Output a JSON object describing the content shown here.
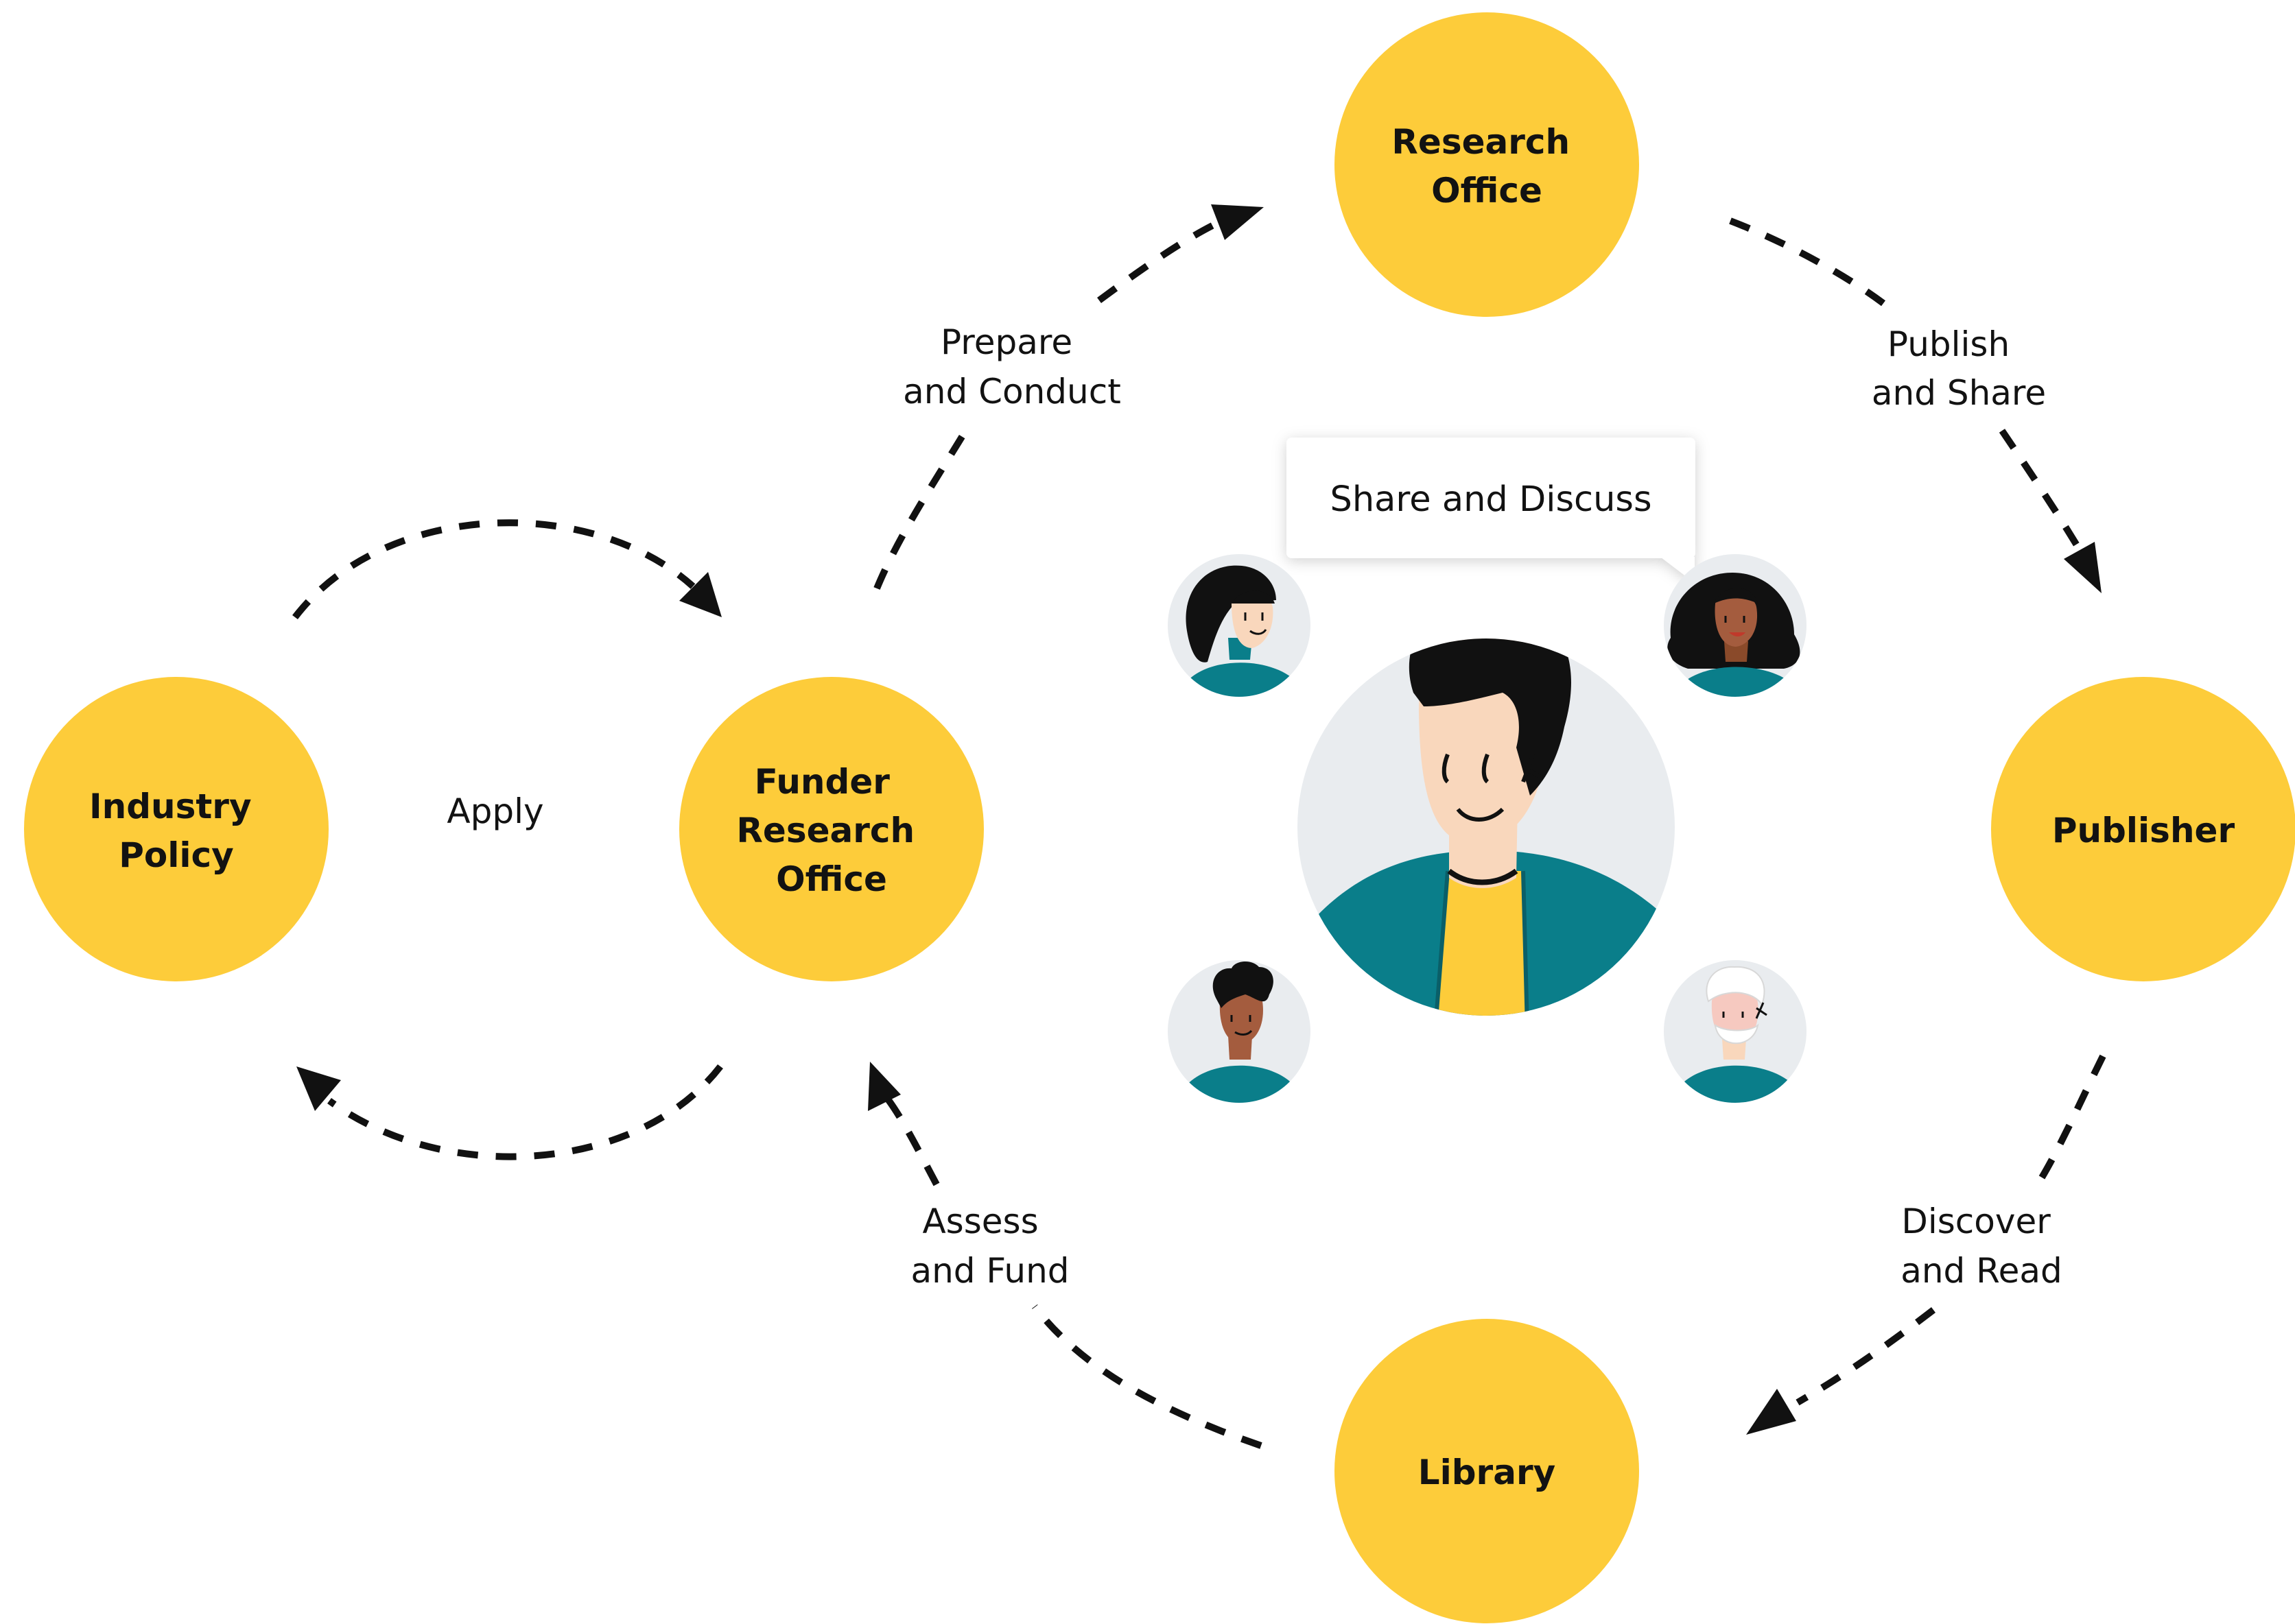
{
  "colors": {
    "node_fill": "#FDCC3A",
    "text": "#121212",
    "arrow": "#111111",
    "avatar_bg": "#E9ECEF",
    "shirt_teal": "#0A7E8A",
    "hair_dark": "#111111",
    "skin_light": "#F9D7BC",
    "skin_medium": "#A45C3E",
    "skin_dark": "#8A4A2A",
    "bubble_bg": "#FFFFFF"
  },
  "nodes": {
    "research_office": {
      "lines": [
        "Research",
        "Office"
      ]
    },
    "publisher": {
      "lines": [
        "Publisher"
      ]
    },
    "library": {
      "lines": [
        "Library"
      ]
    },
    "funder": {
      "lines": [
        "Funder",
        "Research",
        "Office"
      ]
    },
    "industry": {
      "lines": [
        "Industry",
        "Policy"
      ]
    }
  },
  "edges": {
    "prepare": {
      "lines": [
        "Prepare",
        "and Conduct"
      ]
    },
    "publish": {
      "lines": [
        "Publish",
        "and Share"
      ]
    },
    "discover": {
      "lines": [
        "Discover",
        "and Read"
      ]
    },
    "assess": {
      "lines": [
        "Assess",
        "and Fund"
      ]
    },
    "apply": {
      "lines": [
        "Apply"
      ]
    }
  },
  "bubble": {
    "text": "Share and Discuss"
  },
  "icons": {
    "main_avatar": "man-avatar-icon",
    "avatars": [
      "woman-black-hair-avatar-icon",
      "woman-curly-hair-avatar-icon",
      "man-curly-hair-avatar-icon",
      "older-man-white-beard-avatar-icon"
    ]
  }
}
